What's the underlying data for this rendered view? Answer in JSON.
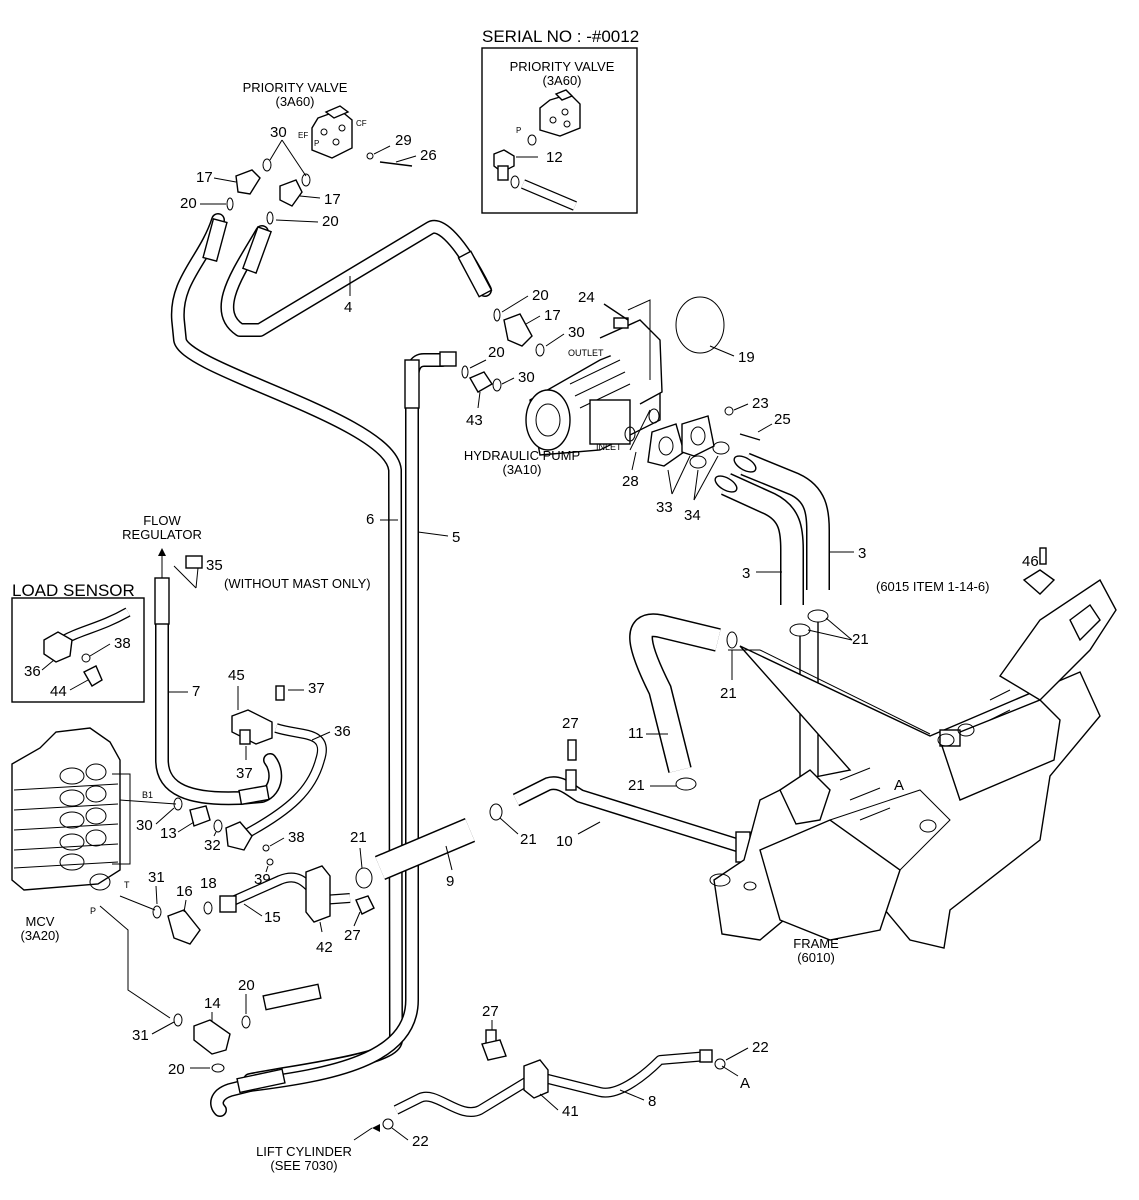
{
  "serial_box": {
    "serial_no": "SERIAL NO : -#0012",
    "priority_valve": "PRIORITY VALVE",
    "priority_valve_code": "(3A60)",
    "port_p": "P",
    "callout_12": "12"
  },
  "priority_valve": {
    "name": "PRIORITY VALVE",
    "code": "(3A60)",
    "port_ef": "EF",
    "port_cf": "CF",
    "port_p": "P"
  },
  "hydraulic_pump": {
    "name": "HYDRAULIC PUMP",
    "code": "(3A10)",
    "port_outlet": "OUTLET",
    "port_inlet": "INLET"
  },
  "load_sensor": {
    "title": "LOAD SENSOR"
  },
  "flow_regulator": {
    "line1": "FLOW",
    "line2": "REGULATOR"
  },
  "without_mast": "(WITHOUT MAST ONLY)",
  "mcv": {
    "name": "MCV",
    "code": "(3A20)",
    "port_b1": "B1",
    "port_t": "T",
    "port_p": "P"
  },
  "frame": {
    "name": "FRAME",
    "code": "(6010)",
    "mark_a": "A"
  },
  "item_ref": "(6015 ITEM 1-14-6)",
  "lift_cylinder": {
    "line1": "LIFT CYLINDER",
    "line2": "(SEE 7030)"
  },
  "ref_a": "A",
  "callouts": {
    "c30a": "30",
    "c29": "29",
    "c26": "26",
    "c17a": "17",
    "c17b": "17",
    "c20a": "20",
    "c20b": "20",
    "c4": "4",
    "c20c": "20",
    "c24": "24",
    "c17c": "17",
    "c30b": "30",
    "c19": "19",
    "c20d": "20",
    "c30c": "30",
    "c43": "43",
    "c23": "23",
    "c25": "25",
    "c28": "28",
    "c33": "33",
    "c34": "34",
    "c6": "6",
    "c5": "5",
    "c3a": "3",
    "c3b": "3",
    "c35": "35",
    "c46": "46",
    "c21a": "21",
    "c38a": "38",
    "c36a": "36",
    "c44": "44",
    "c7": "7",
    "c45": "45",
    "c37a": "37",
    "c36b": "36",
    "c21b": "21",
    "c27a": "27",
    "c11": "11",
    "c37b": "37",
    "c21c": "21",
    "c30d": "30",
    "c13": "13",
    "c32": "32",
    "c38b": "38",
    "c21d": "21",
    "c10": "10",
    "c21e": "21",
    "c39": "39",
    "c31a": "31",
    "c16": "16",
    "c18": "18",
    "c15": "15",
    "c9": "9",
    "c42": "42",
    "c27b": "27",
    "c20e": "20",
    "c14": "14",
    "c31b": "31",
    "c20f": "20",
    "c27c": "27",
    "c22a": "22",
    "c41": "41",
    "c8": "8",
    "c22b": "22"
  }
}
